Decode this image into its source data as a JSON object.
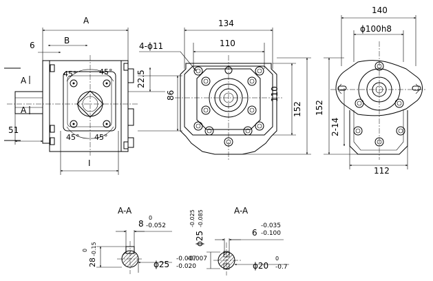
{
  "front_view": {
    "dim_A": "A",
    "dim_B": "B",
    "dim_6": "6",
    "dim_I": "I",
    "dim_22_5": "22.5",
    "dim_86": "86",
    "dim_51": "51",
    "section_top_label": "A",
    "section_bottom_label": "A",
    "angle_top_left": "45°",
    "angle_top_right": "45°",
    "angle_bottom_left": "45°",
    "angle_bottom_right": "45°"
  },
  "middle_view": {
    "dim_134": "134",
    "dim_110_top": "110",
    "dim_holes": "4-ϕ11",
    "dim_110_side": "110",
    "dim_152": "152"
  },
  "right_view": {
    "dim_140": "140",
    "dim_pilot": "ϕ100h8",
    "dim_152": "152",
    "dim_2_14": "2-14",
    "dim_112": "112"
  },
  "section_left": {
    "title": "A-A",
    "key_width": "8",
    "key_width_upper": "0",
    "key_width_lower": "-0.052",
    "key_height": "28",
    "key_height_tol": "-0.15",
    "key_height_upper": "0",
    "shaft_dia": "ϕ25",
    "shaft_upper": "-0.007",
    "shaft_lower": "-0.020"
  },
  "section_right": {
    "title": "A-A",
    "spline_od": "ϕ25",
    "spline_od_upper": "-0.025",
    "spline_od_lower": "-0.085",
    "spline_w": "6",
    "spline_w_upper": "-0.035",
    "spline_w_lower": "-0.100",
    "spline_id": "ϕ20",
    "spline_id_upper": "0",
    "spline_id_lower": "-0.7"
  }
}
